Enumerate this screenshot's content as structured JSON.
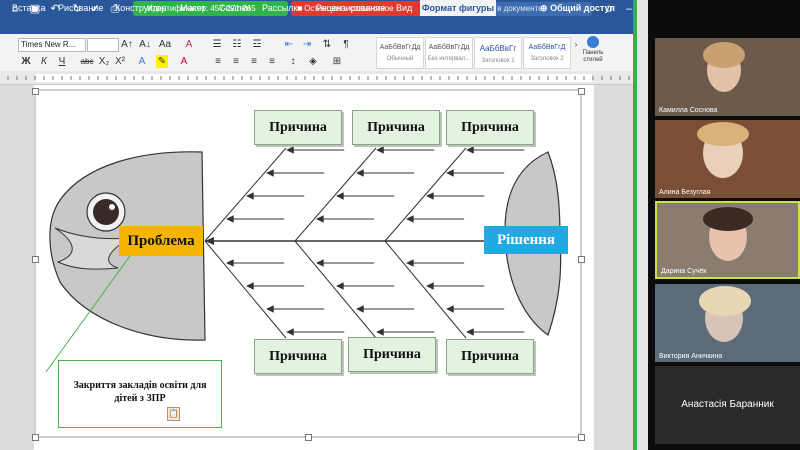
{
  "titlebar": {
    "share_status": "Идентификатор: 457-271-265",
    "stop_button": "Остановить совместное использование",
    "search_placeholder": "Поиск в документе"
  },
  "tabs": [
    "Вставка",
    "Рисование",
    "Конструктор",
    "Макет",
    "Ссылки",
    "Рассылки",
    "Рецензирование",
    "Вид",
    "Формат фигуры"
  ],
  "active_tab": "Формат фигуры",
  "share_button": "Общий доступ",
  "ribbon": {
    "font_name": "Times New R...",
    "styles": [
      {
        "sample": "АаБбВвГгДд",
        "name": "Обычный"
      },
      {
        "sample": "АаБбВвГгДд",
        "name": "Без интервал..."
      },
      {
        "sample": "АаБбВвГг",
        "name": "Заголовок 1"
      },
      {
        "sample": "АаБбВвГгД",
        "name": "Заголовок 2"
      }
    ],
    "styles_pane": "Панель стилей"
  },
  "diagram": {
    "causes_top": [
      "Причина",
      "Причина",
      "Причина"
    ],
    "causes_bottom": [
      "Причина",
      "Причина",
      "Причина"
    ],
    "problem": "Проблема",
    "solution": "Рішення",
    "callout": "Закриття закладів освіти для дітей з ЗПР"
  },
  "participants": [
    "Камилла Соснова",
    "Алина Безуглая",
    "Дарина Сучёк",
    "Виктория Аничкина",
    "Анастасія Баранник"
  ],
  "colors": {
    "accent": "#2a579a",
    "problem": "#f4b400",
    "solution": "#21a9e1",
    "cause_fill": "#e3f3e0",
    "share_green": "#2fb34a",
    "stop_red": "#e03a2f"
  }
}
